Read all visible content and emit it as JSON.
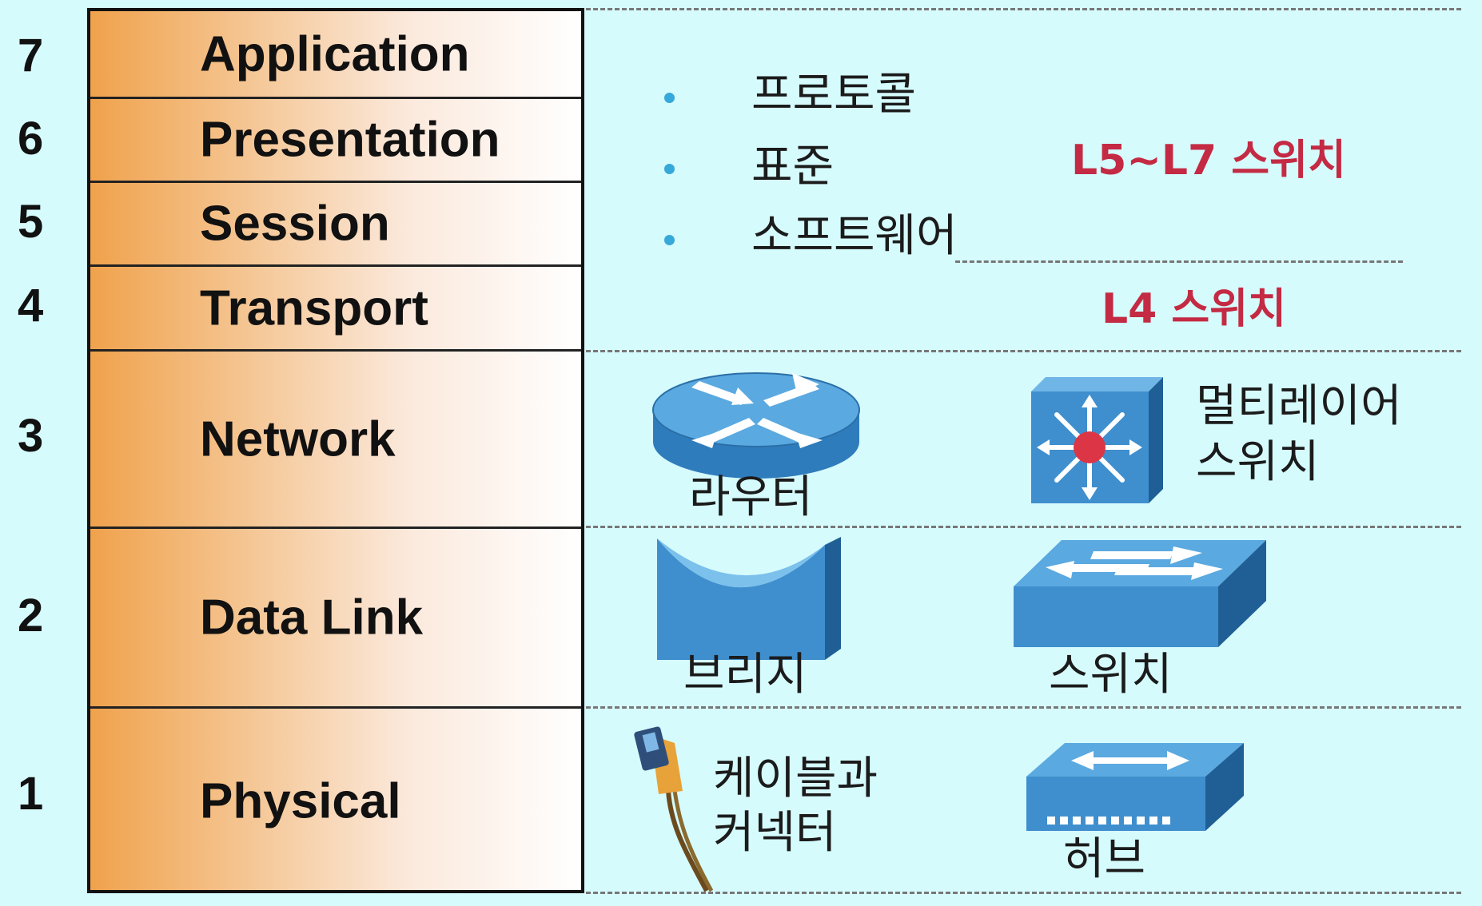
{
  "layers": [
    {
      "number": "7",
      "name": "Application"
    },
    {
      "number": "6",
      "name": "Presentation"
    },
    {
      "number": "5",
      "name": "Session"
    },
    {
      "number": "4",
      "name": "Transport"
    },
    {
      "number": "3",
      "name": "Network"
    },
    {
      "number": "2",
      "name": "Data Link"
    },
    {
      "number": "1",
      "name": "Physical"
    }
  ],
  "upper": {
    "bullets": [
      "프로토콜",
      "표준",
      "소프트웨어"
    ],
    "l5_l7_label": "L5~L7 스위치",
    "l4_label": "L4 스위치"
  },
  "devices": {
    "router": "라우터",
    "multilayer_switch_line1": "멀티레이어",
    "multilayer_switch_line2": "스위치",
    "bridge": "브리지",
    "switch": "스위치",
    "cable_line1": "케이블과",
    "cable_line2": "커넥터",
    "hub": "허브"
  },
  "colors": {
    "background": "#d6fbfd",
    "layer_gradient_start": "#f0a24c",
    "accent_red": "#c42a43",
    "device_blue": "#3f8fce",
    "bullet": "#36a8da"
  }
}
